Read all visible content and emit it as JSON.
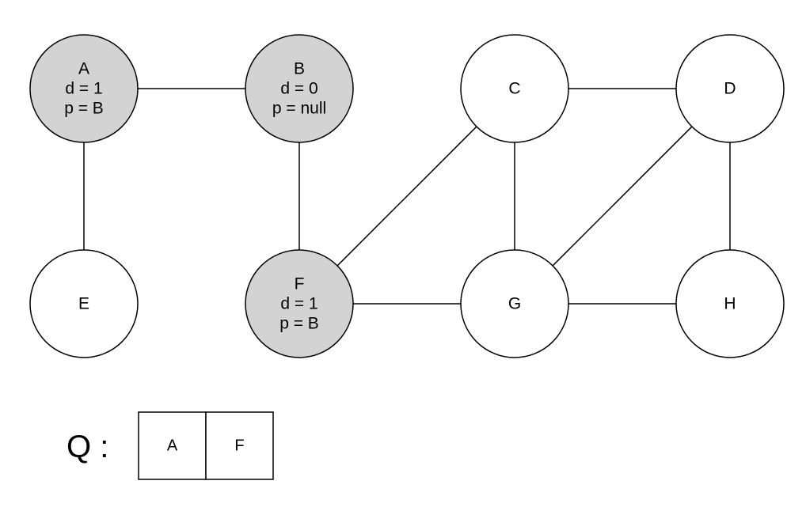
{
  "colors": {
    "visited_fill": "#d3d3d3",
    "unvisited_fill": "#ffffff",
    "stroke": "#000000"
  },
  "graph": {
    "nodes": [
      {
        "id": "A",
        "lines": [
          "A",
          "d = 1",
          "p = B"
        ],
        "visited": true
      },
      {
        "id": "B",
        "lines": [
          "B",
          "d = 0",
          "p = null"
        ],
        "visited": true
      },
      {
        "id": "C",
        "lines": [
          "C"
        ],
        "visited": false
      },
      {
        "id": "D",
        "lines": [
          "D"
        ],
        "visited": false
      },
      {
        "id": "E",
        "lines": [
          "E"
        ],
        "visited": false
      },
      {
        "id": "F",
        "lines": [
          "F",
          "d = 1",
          "p = B"
        ],
        "visited": true
      },
      {
        "id": "G",
        "lines": [
          "G"
        ],
        "visited": false
      },
      {
        "id": "H",
        "lines": [
          "H"
        ],
        "visited": false
      }
    ],
    "edges": [
      [
        "A",
        "B"
      ],
      [
        "A",
        "E"
      ],
      [
        "B",
        "F"
      ],
      [
        "C",
        "D"
      ],
      [
        "C",
        "F"
      ],
      [
        "C",
        "G"
      ],
      [
        "D",
        "G"
      ],
      [
        "D",
        "H"
      ],
      [
        "F",
        "G"
      ],
      [
        "G",
        "H"
      ]
    ]
  },
  "queue": {
    "label": "Q :",
    "items": [
      "A",
      "F"
    ]
  }
}
